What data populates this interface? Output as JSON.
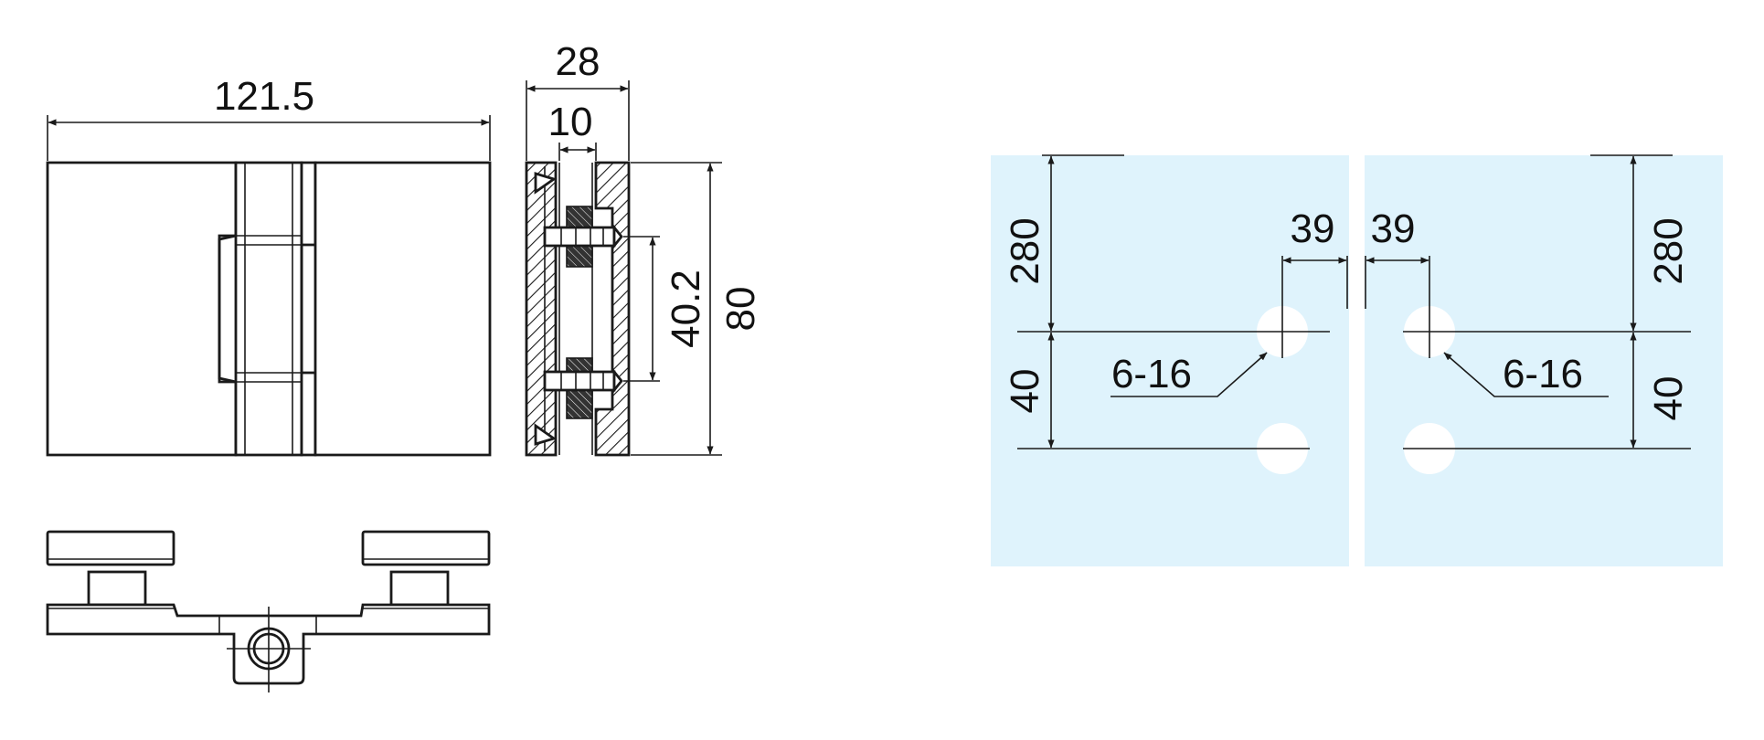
{
  "colors": {
    "line": "#1a1a1a",
    "glass": "#dff3fc",
    "background": "#ffffff"
  },
  "hinge_front": {
    "width_label": "121.5"
  },
  "hinge_side": {
    "total_depth_label": "28",
    "glass_gap_label": "10",
    "screw_spacing_label": "40.2",
    "height_label": "80"
  },
  "glass_left": {
    "top_offset_label": "280",
    "hole_spacing_label": "40",
    "edge_offset_label": "39",
    "hole_spec_label": "6-16"
  },
  "glass_right": {
    "top_offset_label": "280",
    "hole_spacing_label": "40",
    "edge_offset_label": "39",
    "hole_spec_label": "6-16"
  }
}
